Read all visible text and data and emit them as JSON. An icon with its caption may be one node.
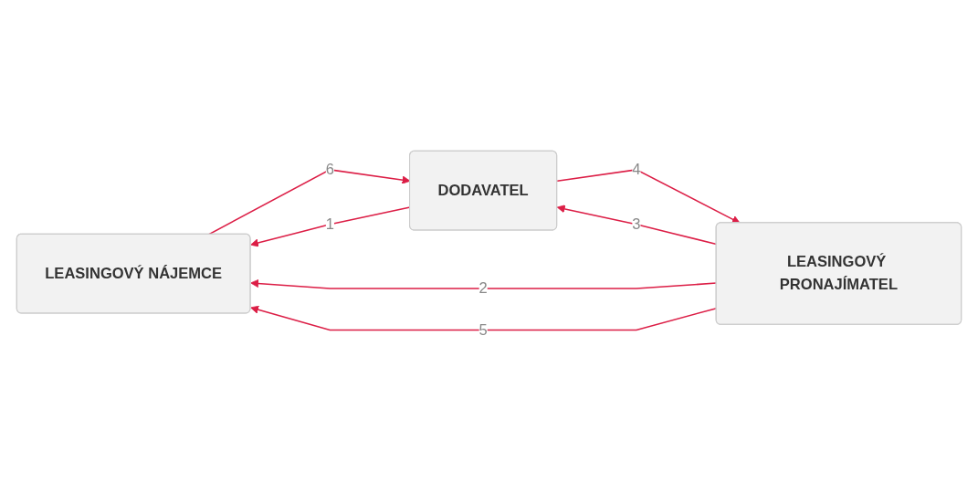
{
  "diagram": {
    "nodes": [
      {
        "text": [
          "LEASINGOVÝ NÁJEMCE"
        ]
      },
      {
        "text": [
          "LEASINGOVÝ PRONAJÍMATEL"
        ]
      },
      {
        "text": [
          "DODAVATEL"
        ]
      }
    ],
    "edges": [
      {
        "from": 2,
        "to": 0,
        "arrow": "to",
        "label": "1"
      },
      {
        "from": 1,
        "to": 0,
        "arrow": "to",
        "label": "2"
      },
      {
        "from": 1,
        "to": 2,
        "arrow": "to",
        "label": "3"
      },
      {
        "from": 2,
        "to": 1,
        "arrow": "to",
        "label": "4"
      },
      {
        "from": 1,
        "to": 0,
        "arrow": "to",
        "label": "5"
      },
      {
        "from": 0,
        "to": 2,
        "arrow": "to",
        "label": "6"
      }
    ]
  }
}
